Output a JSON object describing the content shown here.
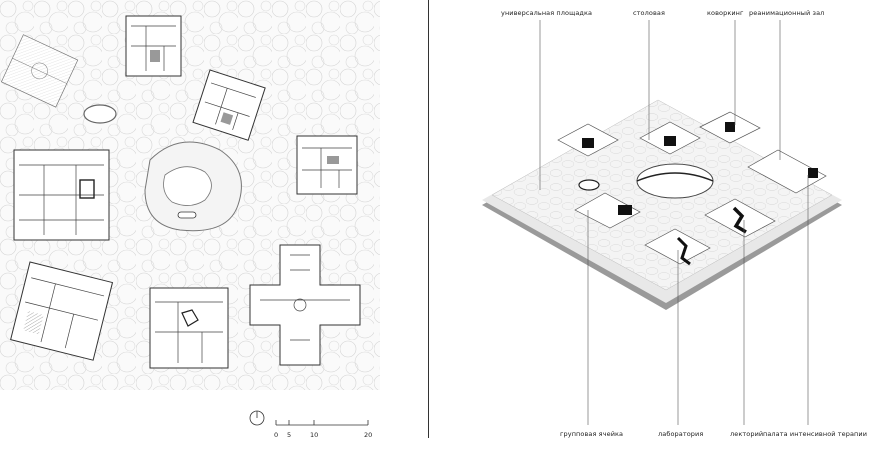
{
  "plan": {
    "scale_bar": {
      "ticks": [
        "0",
        "5",
        "10",
        "20"
      ]
    }
  },
  "axonometry": {
    "top_labels": [
      {
        "id": "universal",
        "text": "универсальная площадка"
      },
      {
        "id": "canteen",
        "text": "столовая"
      },
      {
        "id": "coworking",
        "text": "коворкинг"
      },
      {
        "id": "reanimation",
        "text": "реанимационный зал"
      }
    ],
    "bottom_labels": [
      {
        "id": "group-cell",
        "text": "групповая ячейка"
      },
      {
        "id": "laboratory",
        "text": "лаборатория"
      },
      {
        "id": "lecture",
        "text": "лекторий"
      },
      {
        "id": "icu",
        "text": "палата интенсивной терапии"
      }
    ]
  },
  "colors": {
    "line": "#333333",
    "tree": "#cfcfcf",
    "ground": "#f2f2f2",
    "plinth": "#9a9a9a",
    "highlight": "#111111"
  }
}
